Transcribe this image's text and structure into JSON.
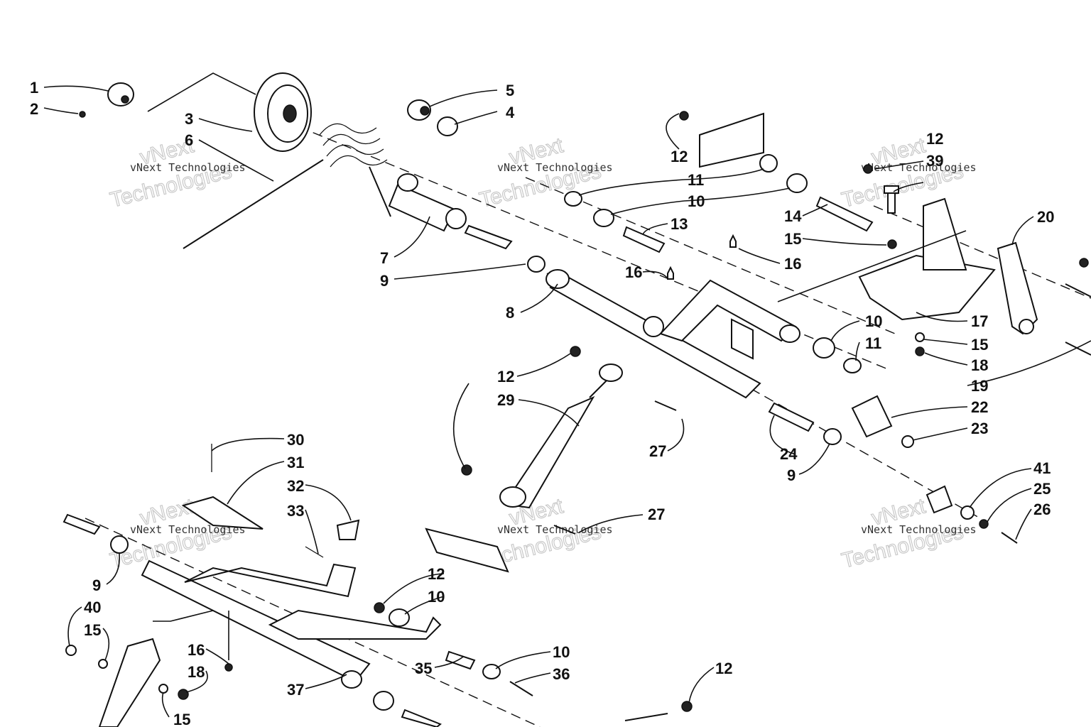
{
  "labels": [
    "1",
    "2",
    "3",
    "4",
    "5",
    "6",
    "7",
    "8",
    "9",
    "10",
    "11",
    "12",
    "13",
    "14",
    "15",
    "16",
    "17",
    "18",
    "19",
    "20",
    "22",
    "23",
    "24",
    "25",
    "26",
    "27",
    "29",
    "30",
    "31",
    "32",
    "33",
    "35",
    "36",
    "37",
    "39",
    "40",
    "41"
  ],
  "watermark": {
    "line1": "vNext Technologies",
    "big_top": "vNext",
    "big_bottom": "Technologies"
  }
}
